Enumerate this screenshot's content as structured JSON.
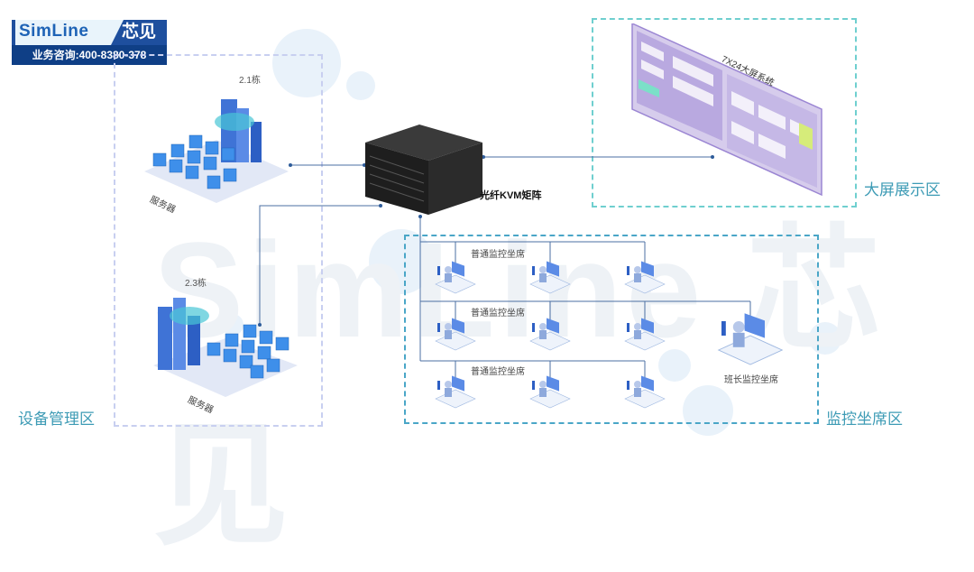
{
  "brand": {
    "name_en": "SimLine",
    "name_cn": "芯见",
    "hotline": "业务咨询:400-8380-378"
  },
  "watermark": {
    "text": "SimLine 芯见"
  },
  "zones": {
    "device_mgmt": "设备管理区",
    "big_screen": "大屏展示区",
    "monitor_seats": "监控坐席区"
  },
  "buildings": [
    {
      "label": "2.1栋",
      "server_label": "服务器"
    },
    {
      "label": "2.3栋",
      "server_label": "服务器"
    }
  ],
  "kvm": {
    "label": "光纤KVM矩阵"
  },
  "screen": {
    "label": "7X24大屏系统"
  },
  "seat_rows": [
    "普通监控坐席",
    "普通监控坐席",
    "普通监控坐席"
  ],
  "supervisor": "班长监控坐席",
  "colors": {
    "accent": "#1e4f9e",
    "zone_teal": "#6fcfcf",
    "zone_blue": "#4aa6c7",
    "device_dashed": "#c8cff0"
  }
}
